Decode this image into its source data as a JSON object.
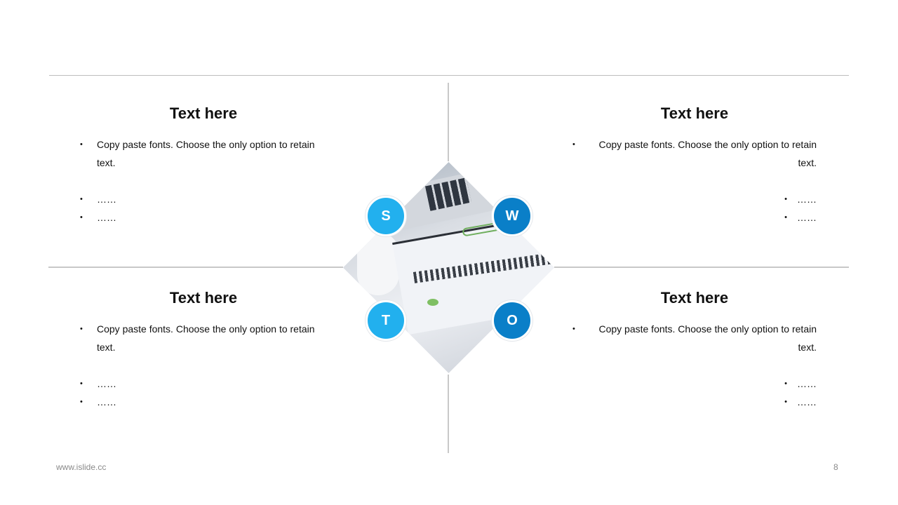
{
  "quadrants": {
    "s": {
      "badge": "S",
      "title": "Text here",
      "bullet_main": "Copy paste fonts. Choose the only option to retain text.",
      "bullet_2": "……",
      "bullet_3": "……"
    },
    "w": {
      "badge": "W",
      "title": "Text here",
      "bullet_main": "Copy paste fonts. Choose the only option to retain text.",
      "bullet_2": "……",
      "bullet_3": "……"
    },
    "t": {
      "badge": "T",
      "title": "Text here",
      "bullet_main": "Copy paste fonts. Choose the only option to retain text.",
      "bullet_2": "……",
      "bullet_3": "……"
    },
    "o": {
      "badge": "O",
      "title": "Text here",
      "bullet_main": "Copy paste fonts. Choose the only option to retain text.",
      "bullet_2": "……",
      "bullet_3": "……"
    }
  },
  "colors": {
    "badge_light": "#22b0ee",
    "badge_dark": "#0a7fc8",
    "divider": "#c8c8c8"
  },
  "footer": {
    "website": "www.islide.cc",
    "page_number": "8"
  }
}
